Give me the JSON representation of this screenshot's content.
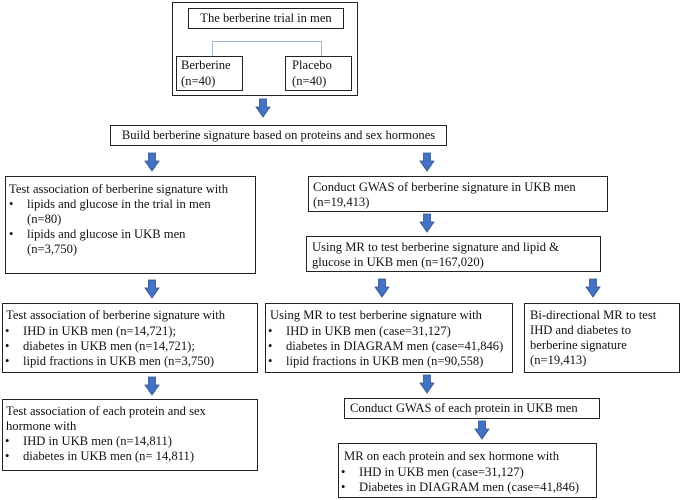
{
  "trial": {
    "title": "The berberine trial in men",
    "berberine": [
      "Berberine",
      "(n=40)"
    ],
    "placebo": [
      "Placebo",
      "(n=40)"
    ]
  },
  "build_signature": "Build berberine signature based on proteins and sex hormones",
  "left": {
    "box1": {
      "title": "Test association of berberine signature with",
      "items": [
        [
          "lipids and glucose in the trial in men",
          "(n=80)"
        ],
        [
          "lipids and glucose in UKB men",
          "(n=3,750)"
        ]
      ]
    },
    "box2": {
      "title": "Test association of berberine signature with",
      "items": [
        [
          "IHD in UKB men (n=14,721);"
        ],
        [
          "diabetes in UKB men (n=14,721);"
        ],
        [
          "lipid fractions in UKB men (n=3,750)"
        ]
      ]
    },
    "box3": {
      "title": [
        "Test association of each protein and sex",
        "hormone with"
      ],
      "items": [
        [
          "IHD in UKB men (n=14,811)"
        ],
        [
          "diabetes in UKB men (n= 14,811)"
        ]
      ]
    }
  },
  "right": {
    "gwas": [
      "Conduct GWAS of berberine signature in UKB men",
      "(n=19,413)"
    ],
    "mr_lipid": [
      "Using MR to test berberine signature and lipid &",
      "glucose in UKB men (n=167,020)"
    ],
    "mr_outcomes": {
      "title": "Using MR to test berberine signature with",
      "items": [
        [
          "IHD in UKB men (case=31,127)"
        ],
        [
          "diabetes in DIAGRAM men (case=41,846)"
        ],
        [
          "lipid fractions in UKB men (n=90,558)"
        ]
      ]
    },
    "bidirectional": [
      "Bi-directional MR to test",
      "IHD and diabetes to",
      "berberine signature",
      "(n=19,413)"
    ],
    "gwas_protein": "Conduct GWAS of each protein in UKB men",
    "mr_protein": {
      "title": "MR on each protein and sex hormone with",
      "items": [
        [
          "IHD in UKB men (case=31,127)"
        ],
        [
          "Diabetes in DIAGRAM men (case=41,846)"
        ]
      ]
    }
  },
  "colors": {
    "arrow": "#4472c4",
    "arrow_edge": "#2f528f",
    "connector": "#9fb6d6",
    "border": "#222222"
  }
}
